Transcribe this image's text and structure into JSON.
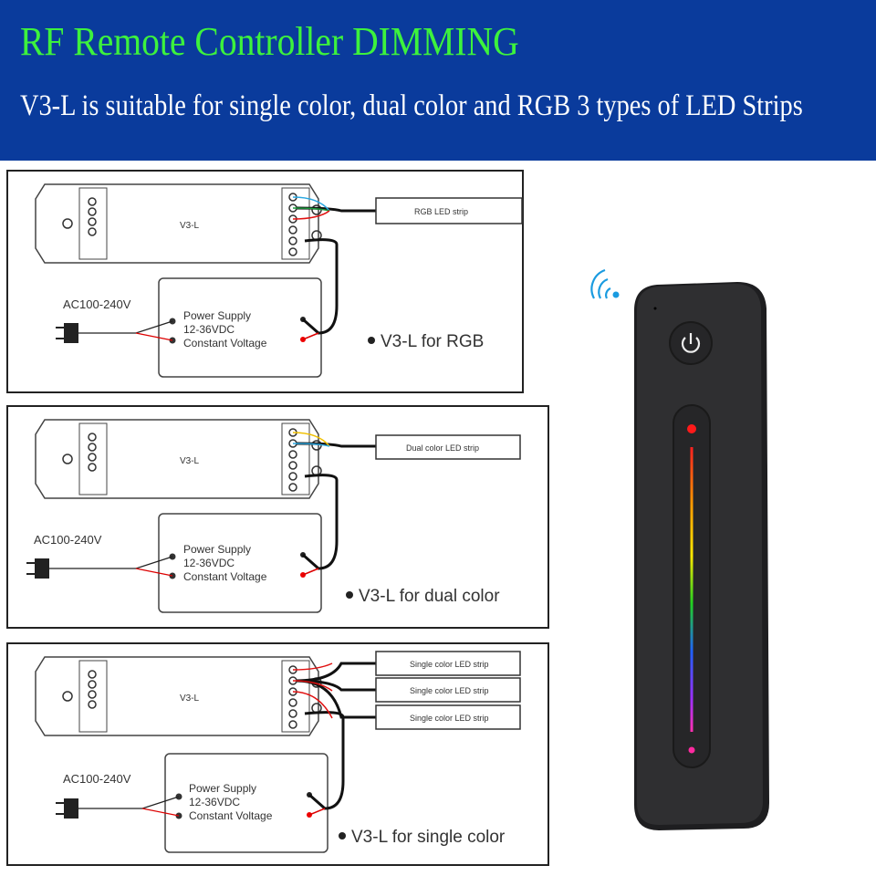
{
  "header": {
    "title": "RF Remote Controller DIMMING",
    "subtitle": "V3-L is suitable for single color, dual color and RGB 3 types of LED Strips",
    "background": "#0a3b9c",
    "title_color": "#3df23d"
  },
  "panels": [
    {
      "controller": "V3-L",
      "input": "AC100-240V",
      "psu": [
        "Power Supply",
        "12-36VDC",
        "Constant Voltage"
      ],
      "strips": [
        "RGB LED strip"
      ],
      "caption": "V3-L for RGB"
    },
    {
      "controller": "V3-L",
      "input": "AC100-240V",
      "psu": [
        "Power Supply",
        "12-36VDC",
        "Constant Voltage"
      ],
      "strips": [
        "Dual color LED strip"
      ],
      "caption": "V3-L for dual color"
    },
    {
      "controller": "V3-L",
      "input": "AC100-240V",
      "psu": [
        "Power Supply",
        "12-36VDC",
        "Constant Voltage"
      ],
      "strips": [
        "Single color LED strip",
        "Single color LED strip",
        "Single color LED strip"
      ],
      "caption": "V3-L for single color"
    }
  ],
  "remote": {
    "icons": [
      "wireless-signal-icon",
      "power-icon"
    ],
    "body_color": "#2b2b2d",
    "signal_color": "#1a9be0"
  }
}
